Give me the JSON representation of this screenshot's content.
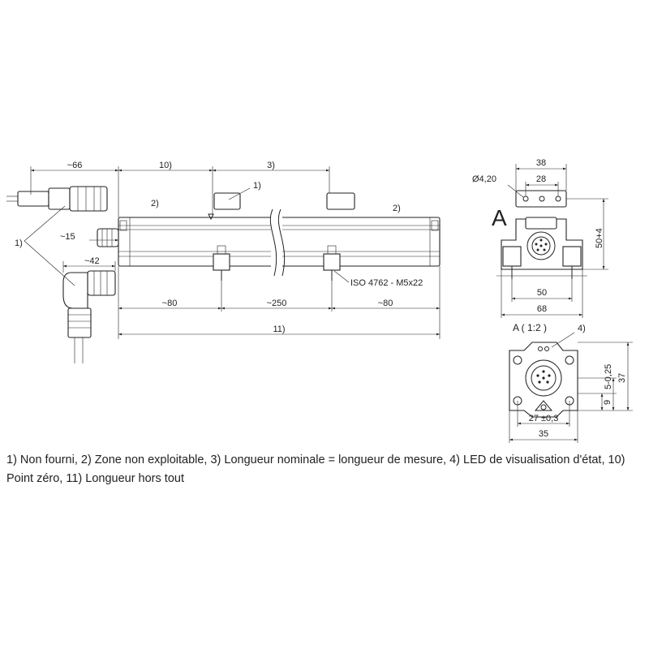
{
  "labels": {
    "dim_cable_straight": "~66",
    "dim_zero_point": "10)",
    "dim_nominal": "3)",
    "note_not_supplied_top": "1)",
    "note_not_supplied_left": "1)",
    "note_non_usable_left": "2)",
    "note_non_usable_right": "2)",
    "dim_connector_15": "~15",
    "dim_cable_angled": "~42",
    "dim_left_80": "~80",
    "dim_mid_250": "~250",
    "dim_right_80": "~80",
    "dim_overall": "11)",
    "screw_spec": "ISO 4762 - M5x22",
    "hole_diameter": "Ø4,20",
    "dim_38": "38",
    "dim_28": "28",
    "view_letter": "A",
    "dim_50_4": "50+4",
    "dim_50": "50",
    "dim_68": "68",
    "detail_title": "A  ( 1:2 )",
    "note_led": "4)",
    "dim_5_025": "5-0,25",
    "dim_37": "37",
    "dim_9": "9",
    "dim_27": "27 ±0,3",
    "dim_35": "35"
  },
  "caption": "1) Non fourni, 2) Zone non exploitable, 3) Longueur nominale = longueur de mesure, 4) LED de visualisation d'état, 10) Point zéro, 11) Longueur hors tout"
}
